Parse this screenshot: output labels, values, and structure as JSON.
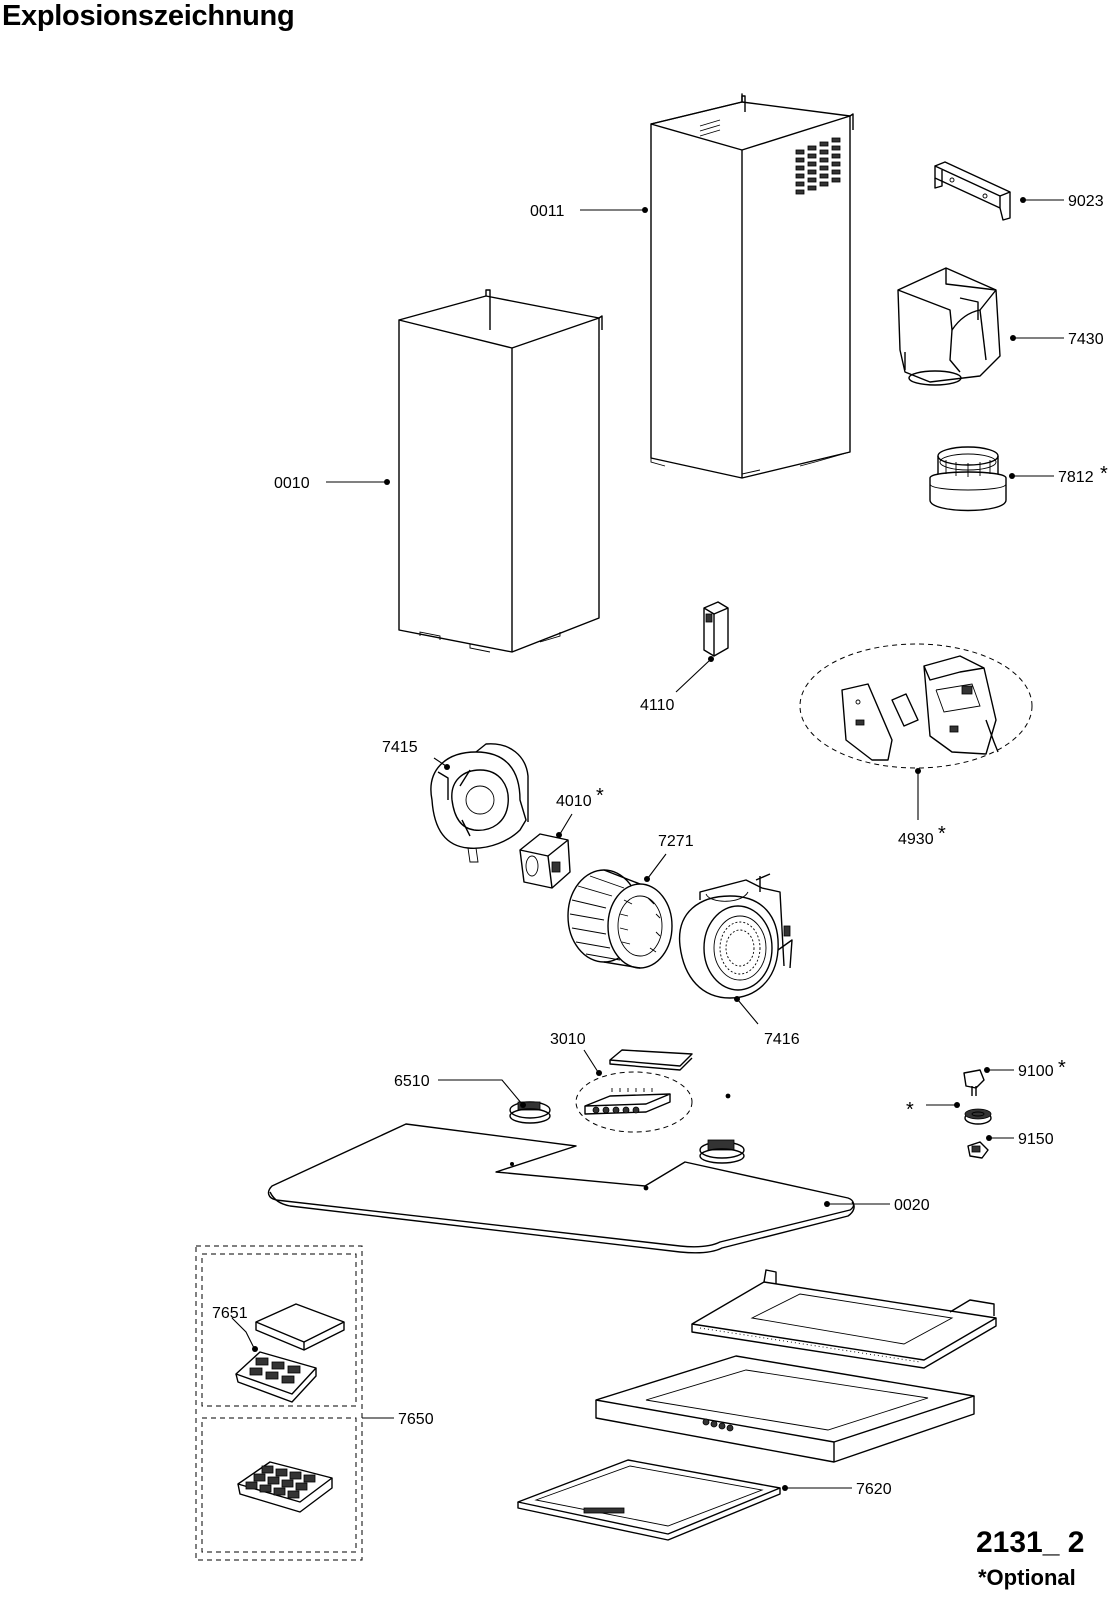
{
  "title": "Explosionszeichnung",
  "document_number": "2131_ 2",
  "optional_note": "*Optional",
  "optional_marker": "*",
  "parts": {
    "p0011": "0011",
    "p9023": "9023",
    "p7430": "7430",
    "p0010": "0010",
    "p7812": "7812",
    "p4110": "4110",
    "p4930": "4930",
    "p7415": "7415",
    "p4010": "4010",
    "p7271": "7271",
    "p7416": "7416",
    "p3010": "3010",
    "p6510": "6510",
    "p9100": "9100",
    "p9150": "9150",
    "p0020": "0020",
    "p7651": "7651",
    "p7650": "7650",
    "p7620": "7620"
  }
}
